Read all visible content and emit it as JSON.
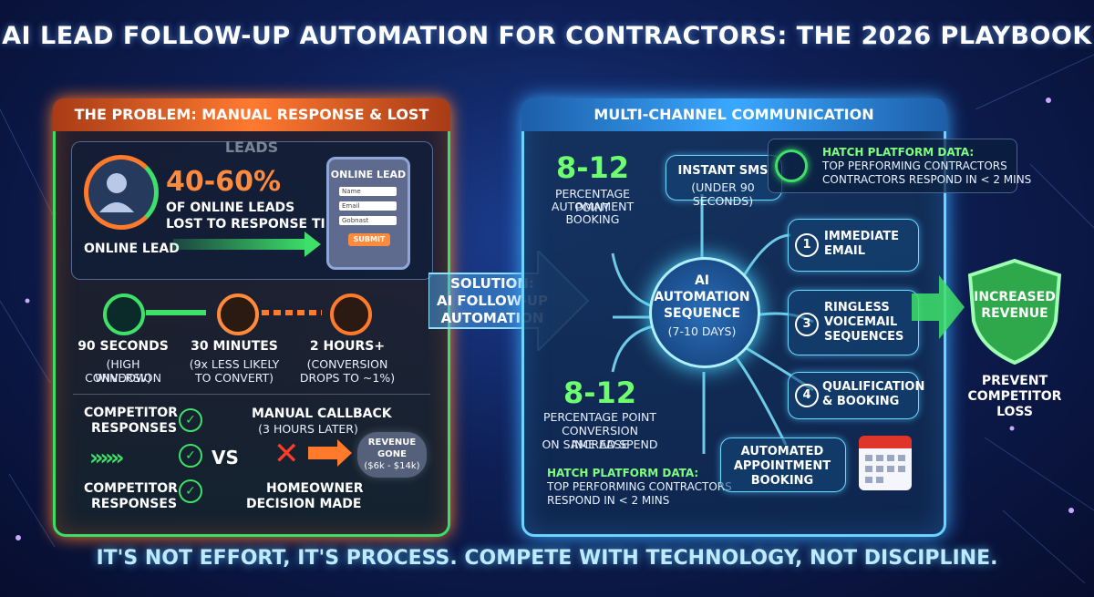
{
  "title": "AI LEAD FOLLOW-UP AUTOMATION FOR CONTRACTORS: THE 2026 PLAYBOOK",
  "footer": "IT'S NOT EFFORT, IT'S PROCESS. COMPETE WITH TECHNOLOGY, NOT DISCIPLINE.",
  "left": {
    "title": "THE PROBLEM: MANUAL RESPONSE & LOST LEADS",
    "stat_value": "40-60%",
    "stat_line1": "OF ONLINE LEADS",
    "stat_line2": "LOST TO RESPONSE TIME",
    "online_lead": "ONLINE LEAD",
    "form": {
      "title": "ONLINE LEAD",
      "name": "Name",
      "email": "Email",
      "third": "Gobnast",
      "submit": "SUBMIT"
    },
    "times": [
      {
        "label": "90 SECONDS",
        "sub1": "(HIGH CONVERSION",
        "sub2": "WINDOW)",
        "color": "#3ee06a"
      },
      {
        "label": "30 MINUTES",
        "sub1": "(9x LESS LIKELY",
        "sub2": "TO CONVERT)",
        "color": "#ff8a3c"
      },
      {
        "label": "2 HOURS+",
        "sub1": "(CONVERSION",
        "sub2": "DROPS TO ~1%)",
        "color": "#ff7a2a"
      }
    ],
    "competitor_top": "COMPETITOR",
    "competitor_top2": "RESPONSES",
    "competitor_bottom": "COMPETITOR",
    "competitor_bottom2": "RESPONSES",
    "vs": "VS",
    "manual_callback": "MANUAL CALLBACK",
    "manual_callback_sub": "(3 HOURS LATER)",
    "homeowner1": "HOMEOWNER",
    "homeowner2": "DECISION MADE",
    "revenue1": "REVENUE",
    "revenue2": "GONE",
    "revenue3": "($6k - $14k)"
  },
  "solution": {
    "line1": "SOLUTION:",
    "line2": "AI FOLLOW-UP",
    "line3": "AUTOMATION"
  },
  "right": {
    "title": "MULTI-CHANNEL COMMUNICATION",
    "stat1_value": "8-12",
    "stat1_line1": "PERCENTAGE POINT",
    "stat1_line2": "AUTOMAMENT",
    "stat1_line3": "BOOKING",
    "stat2_value": "8-12",
    "stat2_line1": "PERCENTAGE POINT",
    "stat2_line2": "CONVERSION INCREASE",
    "stat2_line3": "ON SAME AD SPEND",
    "hatch_bottom_title": "HATCH PLATFORM DATA:",
    "hatch_bottom_line1": "TOP PERFORMING CONTRACTORS",
    "hatch_bottom_line2": "RESPOND IN < 2 MINS",
    "sms1": "INSTANT SMS",
    "sms2": "(UNDER 90 SECONDS)",
    "hub1": "AI",
    "hub2": "AUTOMATION",
    "hub3": "SEQUENCE",
    "hub4": "(7-10 DAYS)",
    "step1_num": "1",
    "step1_a": "IMMEDIATE",
    "step1_b": "EMAIL",
    "step3_num": "3",
    "step3_a": "RINGLESS",
    "step3_b": "VOICEMAIL",
    "step3_c": "SEQUENCES",
    "step4_num": "4",
    "step4_a": "QUALIFICATION",
    "step4_b": "& BOOKING",
    "appt1": "AUTOMATED",
    "appt2": "APPOINTMENT",
    "appt3": "BOOKING"
  },
  "hatch_top": {
    "title": "HATCH PLATFORM DATA:",
    "line1": "TOP PERFORMING CONTRACTORS",
    "line2": "CONTRACTORS RESPOND IN < 2 MINS"
  },
  "shield": {
    "line1": "INCREASED",
    "line2": "REVENUE"
  },
  "prevent": {
    "line1": "PREVENT",
    "line2": "COMPETITOR",
    "line3": "LOSS"
  },
  "colors": {
    "green": "#3ee06a",
    "orange": "#ff7a2a",
    "blue": "#3aa8ff",
    "accent_text": "#ffd36a"
  }
}
